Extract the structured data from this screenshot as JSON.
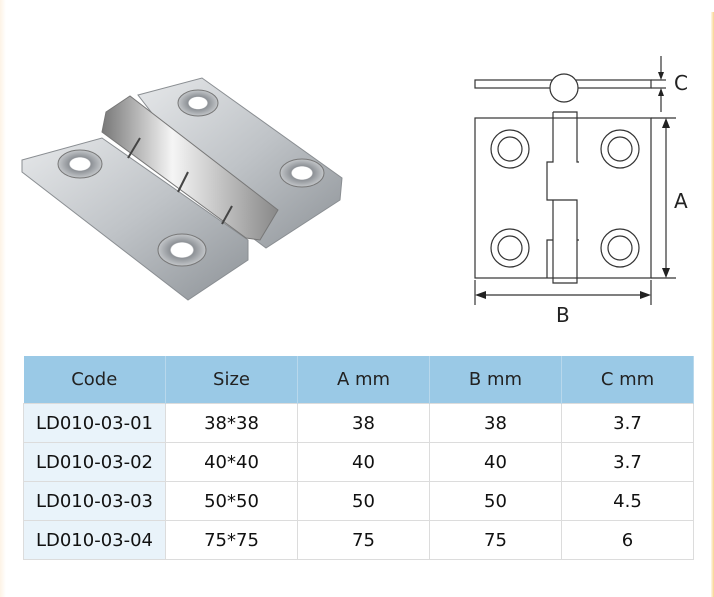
{
  "product_photo": {
    "alt": "stainless steel butt hinge"
  },
  "drawing": {
    "labels": {
      "a": "A",
      "b": "B",
      "c": "C"
    }
  },
  "table": {
    "headers": [
      "Code",
      "Size",
      "A mm",
      "B mm",
      "C mm"
    ],
    "rows": [
      [
        "LD010-03-01",
        "38*38",
        "38",
        "38",
        "3.7"
      ],
      [
        "LD010-03-02",
        "40*40",
        "40",
        "40",
        "3.7"
      ],
      [
        "LD010-03-03",
        "50*50",
        "50",
        "50",
        "4.5"
      ],
      [
        "LD010-03-04",
        "75*75",
        "75",
        "75",
        "6"
      ]
    ]
  },
  "colors": {
    "header_bg": "#9ac9e6",
    "code_col_bg": "#e9f3fa",
    "border": "#dcdcdc"
  }
}
